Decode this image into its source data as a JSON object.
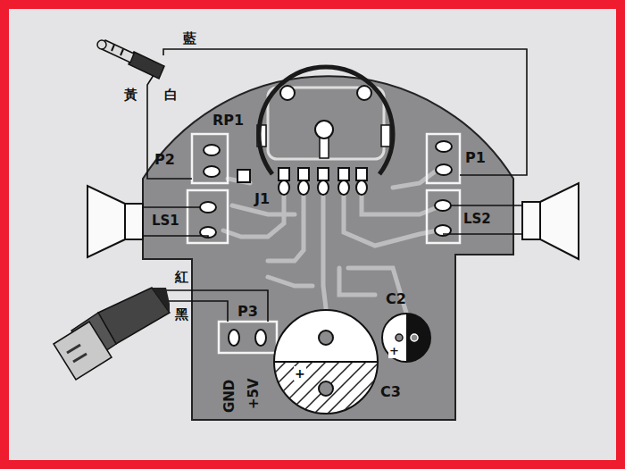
{
  "diagram": {
    "labels": [
      "藍",
      "黃",
      "白",
      "RP1",
      "P2",
      "P1",
      "J1",
      "LS1",
      "LS2",
      "紅",
      "黑",
      "P3",
      "C2",
      "C3",
      "GND",
      "+5V",
      "+",
      "+"
    ]
  }
}
